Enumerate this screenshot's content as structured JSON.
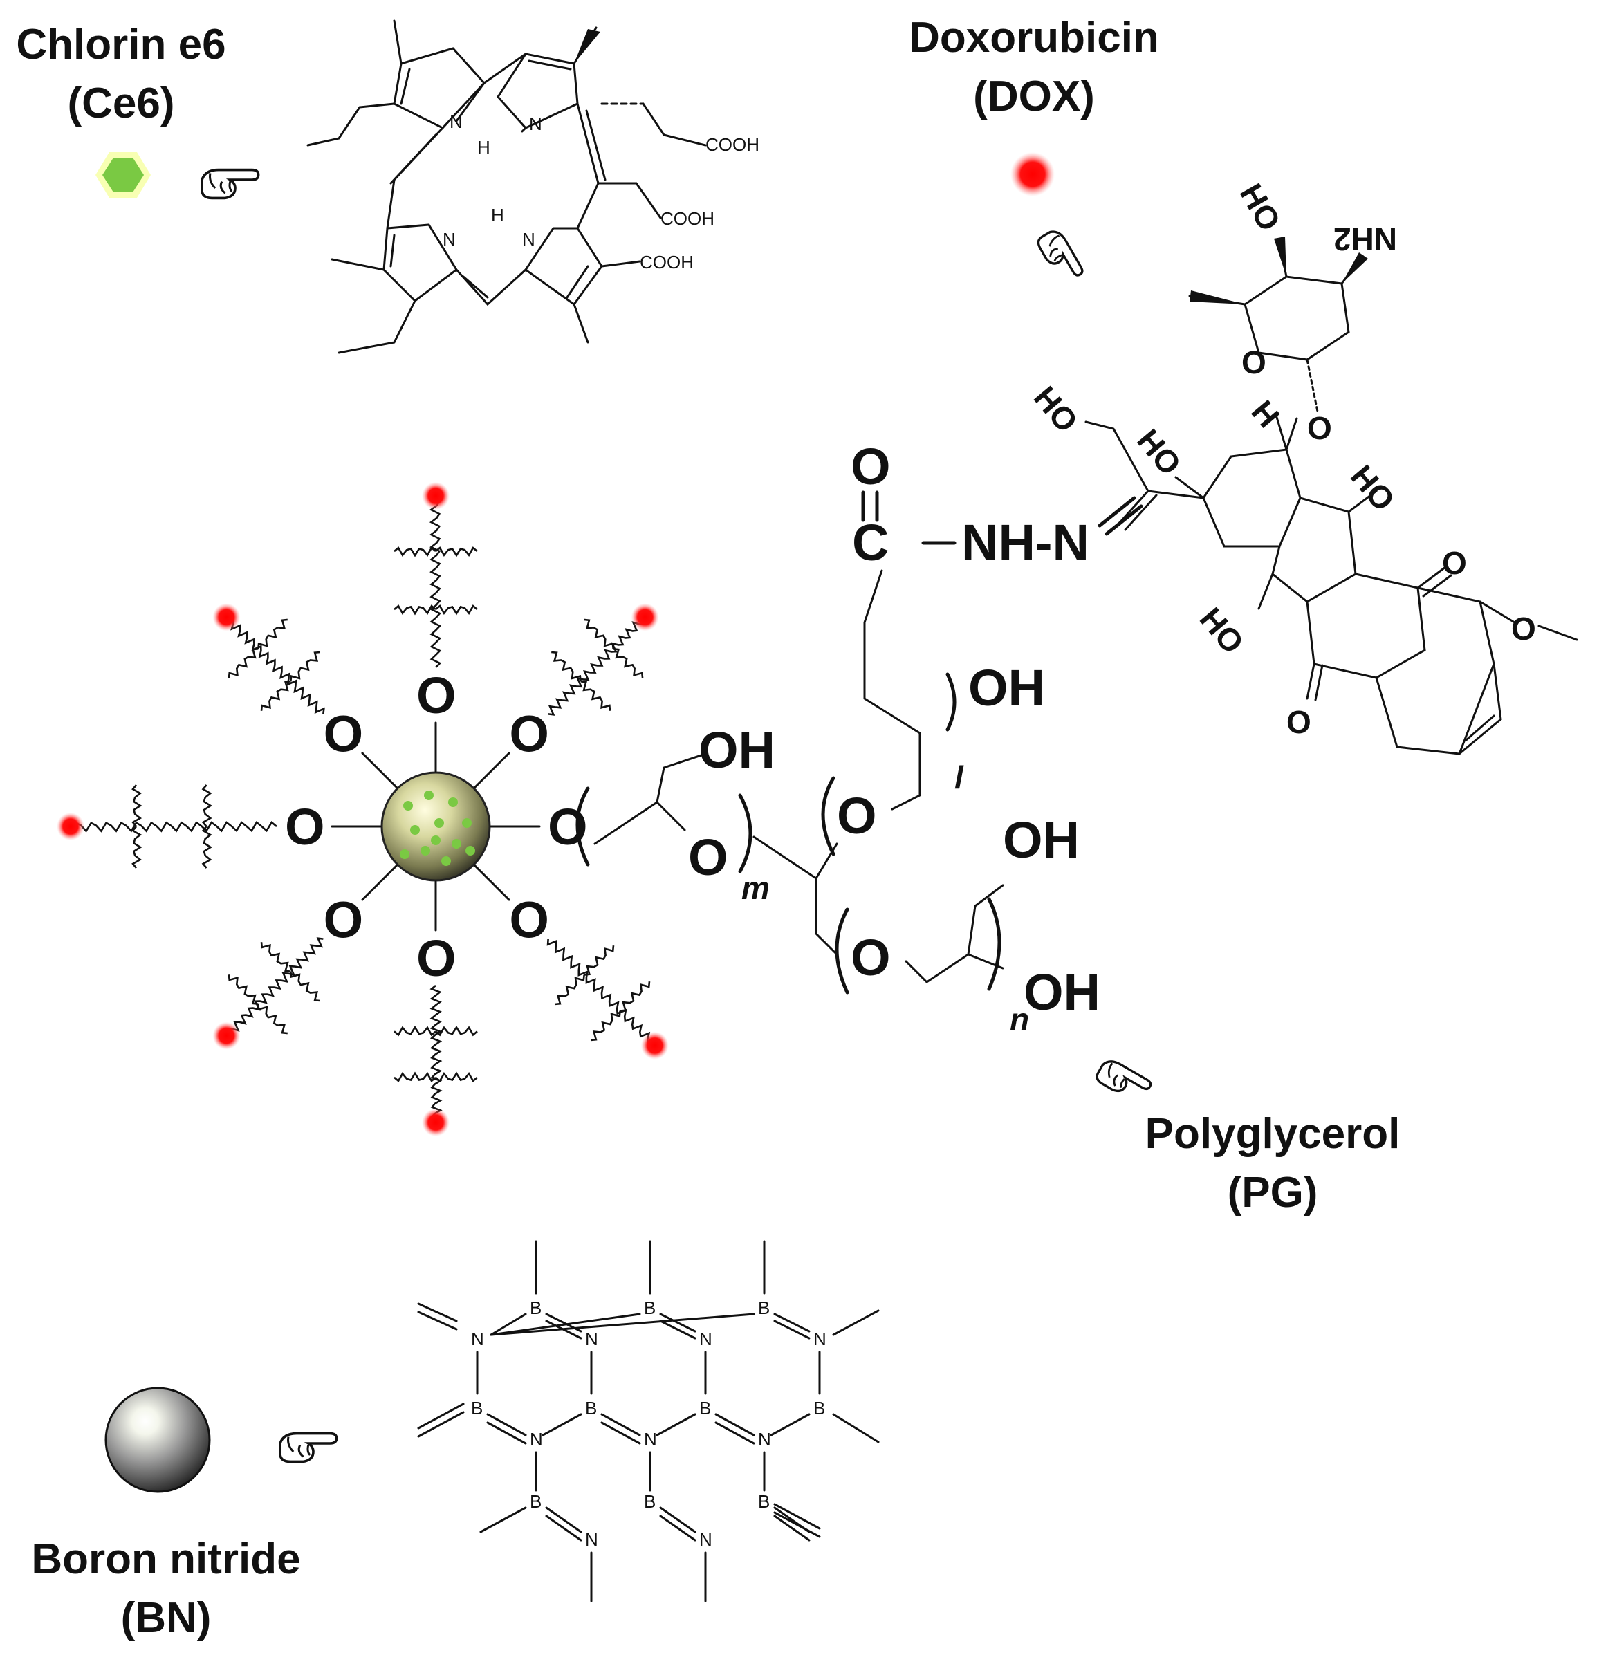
{
  "colors": {
    "accent_red": "#ff0000",
    "accent_green": "#7ac943",
    "ink": "#111111"
  },
  "icons": [
    "pointing-hand-icon",
    "hexagon-icon",
    "red-dot-icon",
    "sphere-icon"
  ],
  "ce6": {
    "name": "Chlorin e6",
    "abbr": "(Ce6)",
    "cooh": "COOH",
    "n": "N",
    "h": "H"
  },
  "dox": {
    "name": "Doxorubicin",
    "abbr": "(DOX)",
    "ho": "HO",
    "oh": "OH",
    "nh2": "NH2",
    "o": "O",
    "h": "H"
  },
  "pg": {
    "name": "Polyglycerol",
    "abbr": "(PG)",
    "oh": "OH",
    "o": "O",
    "c": "C",
    "hydrazone": "NH-N",
    "m": "m",
    "n": "n",
    "l": "l"
  },
  "bn": {
    "name": "Boron nitride",
    "abbr": "(BN)",
    "b": "B",
    "n": "N"
  }
}
